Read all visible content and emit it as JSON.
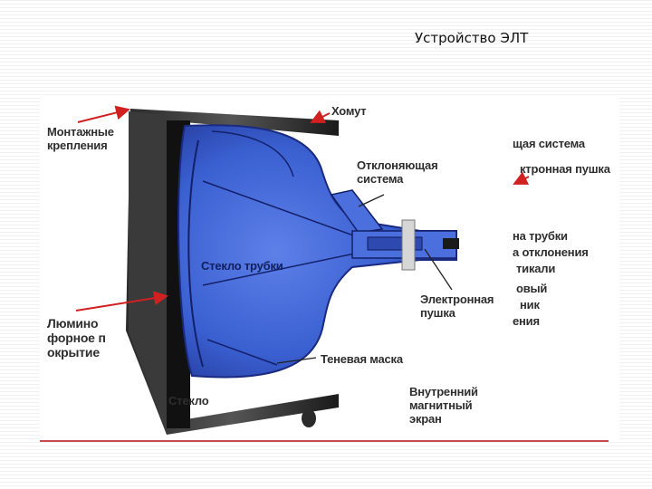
{
  "slide": {
    "title": "Устройство ЭЛТ"
  },
  "labels": {
    "mounting": "Монтажные крепления",
    "clamp": "Хомут",
    "deflection_partial": "щая система",
    "gun_partial": "ктронная пушка",
    "deflection_system": "Отклоняющая система",
    "tube_neck_partial": "на трубки",
    "vertical_partial_1": "а отклонения",
    "vertical_partial_2": "тикали",
    "tube_glass": "Стекло трубки",
    "phosphor": "Люминофорное покрытие",
    "electron_gun": "Электронная пушка",
    "partial_new_1": "овый",
    "partial_new_2": "ник",
    "partial_new_3": "ения",
    "shadow_mask": "Теневая маска",
    "glass": "Стекло",
    "inner_shield": "Внутренний магнитный экран"
  },
  "colors": {
    "tube_blue": "#3a5fd0",
    "tube_dark": "#1e2f8a",
    "arrow_red": "#d02020",
    "rule_red": "#c94a4a"
  }
}
